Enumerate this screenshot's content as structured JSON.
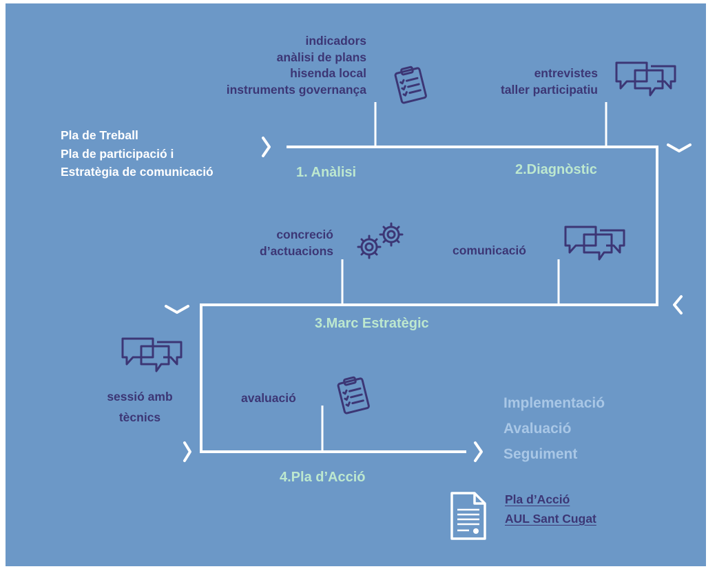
{
  "intro": [
    "Pla de Treball",
    "Pla de participació i",
    "Estratègia de comunicació"
  ],
  "phases": {
    "analisi": "1. Anàlisi",
    "diagnostic": "2.Diagnòstic",
    "marc": "3.Marc Estratègic",
    "accio": "4.Pla d’Acció"
  },
  "analisi_items": [
    "indicadors",
    "anàlisi de plans",
    "hisenda local",
    "instruments governança"
  ],
  "diagnostic_items": [
    "entrevistes",
    "taller participatiu"
  ],
  "marc_items": {
    "concrecio": [
      "concreció",
      "d’actuacions"
    ],
    "comunicacio": "comunicació"
  },
  "accio_items": {
    "sessio": [
      "sessió amb",
      "tècnics"
    ],
    "avaluacio": "avaluació"
  },
  "outcome": [
    "Implementació",
    "Avaluació",
    "Seguiment"
  ],
  "document_link": [
    "Pla d’Acció",
    "AUL Sant Cugat"
  ],
  "colors": {
    "background": "#6c98c7",
    "path": "#ffffff",
    "dark_text": "#3c3675",
    "phase_text": "#bde8cf",
    "outcome_text": "#a9c7e6"
  },
  "icons": [
    "clipboard-icon",
    "chat-bubbles-icon",
    "gears-icon",
    "document-icon",
    "chevron-right-icon",
    "chevron-down-icon",
    "chevron-left-icon"
  ]
}
